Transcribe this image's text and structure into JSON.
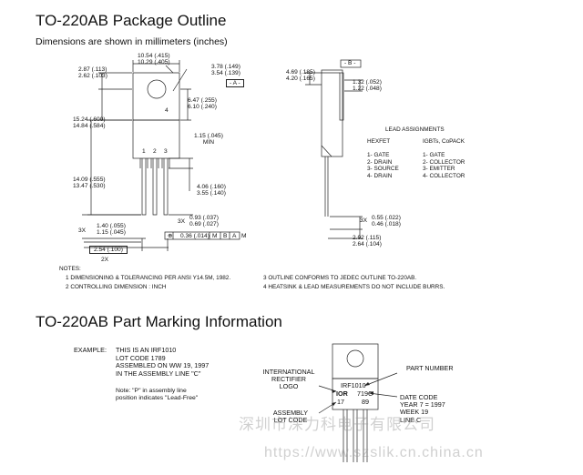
{
  "outline": {
    "title": "TO-220AB Package Outline",
    "subtitle": "Dimensions are shown in millimeters (inches)",
    "dims": {
      "top_width": [
        "10.54 (.415)",
        "10.29 (.405)"
      ],
      "hole_dia": [
        "3.78 (.149)",
        "3.54 (.139)"
      ],
      "datum_a": "- A -",
      "tab_left": [
        "2.87 (.113)",
        "2.62 (.103)"
      ],
      "hole_pos": [
        "6.47 (.255)",
        "6.10 (.240)"
      ],
      "tab_label": "4",
      "body_height": [
        "15.24 (.600)",
        "14.84 (.584)"
      ],
      "pin_nums": [
        "1",
        "2",
        "3"
      ],
      "min_dim": [
        "1.15 (.045)",
        "MIN"
      ],
      "lead_len": [
        "14.09 (.555)",
        "13.47 (.530)"
      ],
      "lead_bend": [
        "4.06 (.160)",
        "3.55 (.140)"
      ],
      "lead_w": [
        "0.93 (.037)",
        "0.69 (.027)"
      ],
      "lead_w_3x": "3X",
      "tolerance": "0.36 (.014)",
      "tol_m": "M",
      "tol_b": "B",
      "tol_a": "A",
      "tol_m2": "M",
      "pin_w": [
        "1.40 (.055)",
        "1.15 (.045)"
      ],
      "pin_w_3x": "3X",
      "pitch": "2.54 (.100)",
      "pitch_2x": "2X",
      "side_top": [
        "4.69 (.185)",
        "4.20 (.165)"
      ],
      "datum_b": "- B -",
      "side_tab": [
        "1.32 (.052)",
        "1.22 (.048)"
      ],
      "side_lead": [
        "0.55 (.022)",
        "0.46 (.018)"
      ],
      "side_lead_3x": "3X",
      "side_bottom": [
        "2.92 (.115)",
        "2.64 (.104)"
      ]
    },
    "leads": {
      "title": "LEAD ASSIGNMENTS",
      "col1_head": "HEXFET",
      "col2_head": "IGBTs, CoPACK",
      "col1": [
        "1- GATE",
        "2- DRAIN",
        "3- SOURCE",
        "4- DRAIN"
      ],
      "col2": [
        "1- GATE",
        "2- COLLECTOR",
        "3- EMITTER",
        "4- COLLECTOR"
      ]
    },
    "notes": {
      "title": "NOTES:",
      "items": [
        "1  DIMENSIONING & TOLERANCING PER ANSI Y14.5M, 1982.",
        "2  CONTROLLING DIMENSION : INCH",
        "3  OUTLINE CONFORMS TO JEDEC OUTLINE TO-220AB.",
        "4  HEATSINK & LEAD MEASUREMENTS DO NOT INCLUDE BURRS."
      ]
    }
  },
  "marking": {
    "title": "TO-220AB Part Marking Information",
    "example_label": "EXAMPLE:",
    "example_lines": [
      "THIS IS AN IRF1010",
      "LOT CODE 1789",
      "ASSEMBLED ON WW 19, 1997",
      "IN THE ASSEMBLY LINE \"C\""
    ],
    "note_lines": [
      "Note: \"P\" in assembly line",
      "position indicates \"Lead-Free\""
    ],
    "chip_part": "IRF1010",
    "chip_logo": "IOR",
    "chip_date": "719C",
    "chip_lot_a": "17",
    "chip_lot_b": "89",
    "label_logo": [
      "INTERNATIONAL",
      "RECTIFIER",
      "LOGO"
    ],
    "label_part": "PART NUMBER",
    "label_lot": [
      "ASSEMBLY",
      "LOT CODE"
    ],
    "label_date": [
      "DATE CODE",
      "YEAR 7 = 1997",
      "WEEK 19",
      "LINE C"
    ]
  },
  "watermark": {
    "text1": "深圳市深力科电子有限公司",
    "text2": "https://www.szslik.cn.china.cn"
  }
}
